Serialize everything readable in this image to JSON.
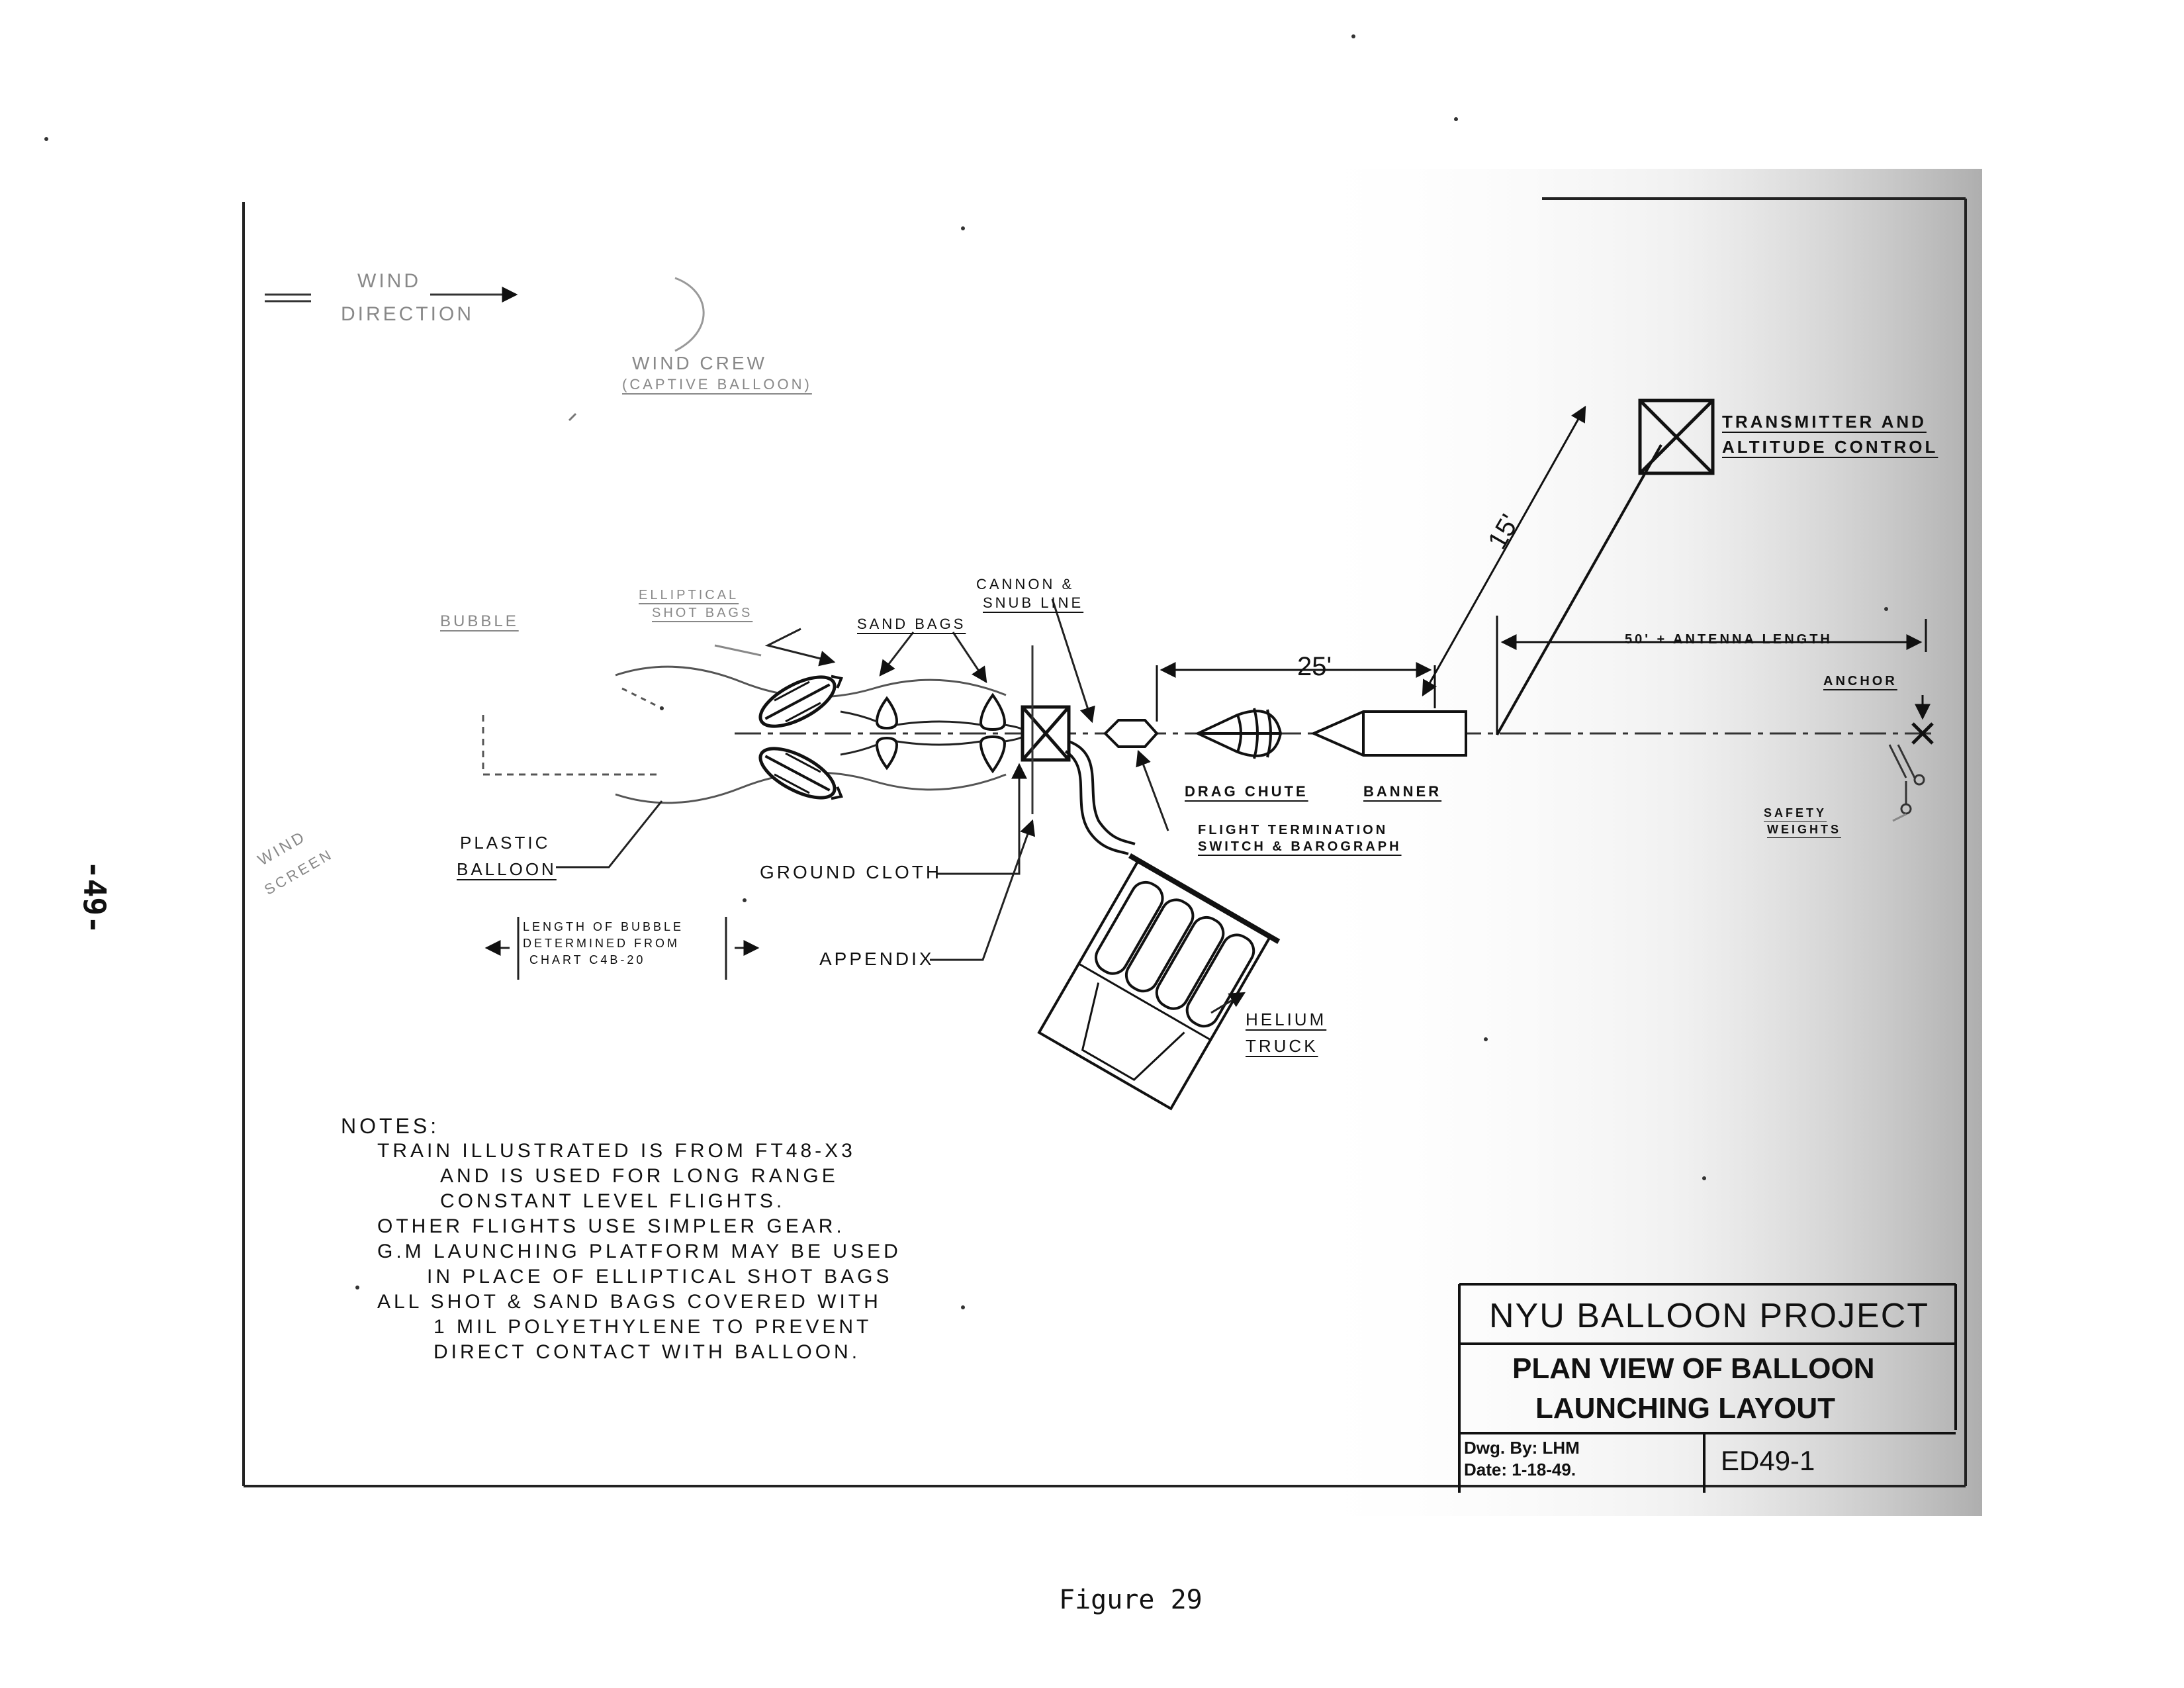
{
  "page_number": "-49-",
  "caption": "Figure 29",
  "labels": {
    "wind_direction_1": "Wind",
    "wind_direction_2": "Direction",
    "wind_crew_1": "Wind Crew",
    "wind_crew_2": "(Captive Balloon)",
    "bubble": "Bubble",
    "elliptical_bags_1": "Elliptical",
    "elliptical_bags_2": "Shot Bags",
    "sand_bags": "Sand Bags",
    "cannon_1": "Cannon &",
    "cannon_2": "Snub Line",
    "distance_25": "25'",
    "distance_15": "15'",
    "antenna": "50' + Antenna Length",
    "anchor": "Anchor",
    "transmitter_1": "Transmitter And",
    "transmitter_2": "Altitude Control",
    "drag_chute": "Drag Chute",
    "banner": "Banner",
    "flight_termination_1": "Flight Termination",
    "flight_termination_2": "Switch & Barograph",
    "safety_weights_1": "Safety",
    "safety_weights_2": "Weights",
    "wind_screen_1": "Wind",
    "wind_screen_2": "Screen",
    "plastic_balloon_1": "Plastic",
    "plastic_balloon_2": "Balloon",
    "ground_cloth": "Ground Cloth",
    "appendix": "Appendix",
    "helium_truck_1": "Helium",
    "helium_truck_2": "Truck",
    "bubble_length_1": "Length of Bubble",
    "bubble_length_2": "Determined From",
    "bubble_length_3": "Chart C4B-20"
  },
  "notes": {
    "heading": "NOTES:",
    "lines": [
      "Train Illustrated Is From FT48-X3",
      "And Is Used For Long Range",
      "Constant Level Flights.",
      "Other Flights Use Simpler Gear.",
      "G.M Launching Platform May Be Used",
      "In Place Of Elliptical Shot Bags",
      "All Shot & Sand Bags Covered With",
      "1 Mil Polyethylene To Prevent",
      "Direct Contact With Balloon."
    ]
  },
  "title_block": {
    "project": "NYU BALLOON PROJECT",
    "title_1": "PLAN VIEW OF BALLOON",
    "title_2": "LAUNCHING LAYOUT",
    "drawn_by": "Dwg. By: LHM",
    "date": "Date: 1-18-49.",
    "drawing_number": "ED49-1"
  }
}
